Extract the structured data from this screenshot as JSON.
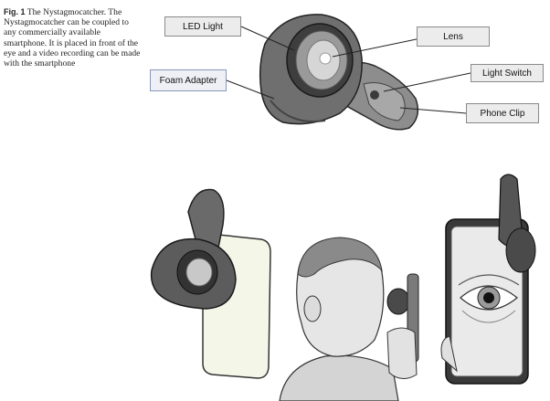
{
  "figure": {
    "number_label": "Fig. 1",
    "caption": "The Nystagmocatcher. The Nystagmocatcher can be coupled to any commercially available smartphone. It is placed in front of the eye and a video recording can be made with the smartphone"
  },
  "callouts": {
    "led_light": "LED Light",
    "lens": "Lens",
    "light_switch": "Light Switch",
    "foam_adapter": "Foam Adapter",
    "phone_clip": "Phone Clip"
  }
}
